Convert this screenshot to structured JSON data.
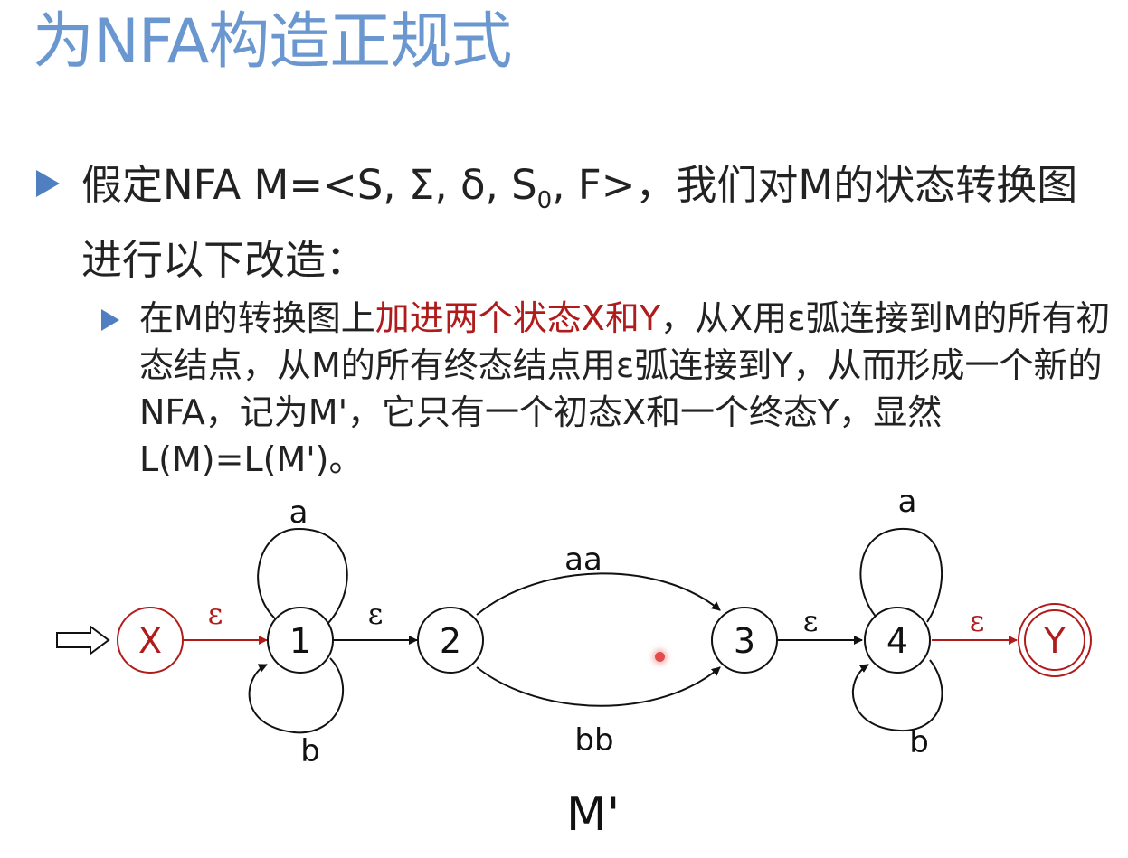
{
  "slide": {
    "title": "为NFA构造正规式",
    "bullet1": {
      "text_before_sub": "假定NFA M=<S, Σ, δ, S",
      "sub": "0",
      "text_after_sub": ", F>，我们对M的状态转换图进行以下改造："
    },
    "bullet2": {
      "pre": "在M的转换图上",
      "highlight": "加进两个状态X和Y",
      "post": "，从X用ε弧连接到M的所有初态结点，从M的所有终态结点用ε弧连接到Y，从而形成一个新的NFA，记为M'，它只有一个初态X和一个终态Y，显然L(M)=L(M')。"
    },
    "caption": "M'"
  },
  "diagram": {
    "colors": {
      "added": "#b01c1c",
      "normal": "#111111",
      "accent": "#4f7fc1"
    },
    "states": [
      {
        "id": "X",
        "label": "X",
        "kind": "initial-added"
      },
      {
        "id": "1",
        "label": "1",
        "kind": "normal"
      },
      {
        "id": "2",
        "label": "2",
        "kind": "normal"
      },
      {
        "id": "3",
        "label": "3",
        "kind": "normal"
      },
      {
        "id": "4",
        "label": "4",
        "kind": "normal"
      },
      {
        "id": "Y",
        "label": "Y",
        "kind": "final-added"
      }
    ],
    "transitions": [
      {
        "from": "X",
        "to": "1",
        "label": "ε"
      },
      {
        "from": "1",
        "to": "1",
        "label": "a"
      },
      {
        "from": "1",
        "to": "1",
        "label": "b"
      },
      {
        "from": "1",
        "to": "2",
        "label": "ε"
      },
      {
        "from": "2",
        "to": "3",
        "label": "aa"
      },
      {
        "from": "2",
        "to": "3",
        "label": "bb"
      },
      {
        "from": "3",
        "to": "4",
        "label": "ε"
      },
      {
        "from": "4",
        "to": "4",
        "label": "a"
      },
      {
        "from": "4",
        "to": "4",
        "label": "b"
      },
      {
        "from": "4",
        "to": "Y",
        "label": "ε"
      }
    ]
  }
}
